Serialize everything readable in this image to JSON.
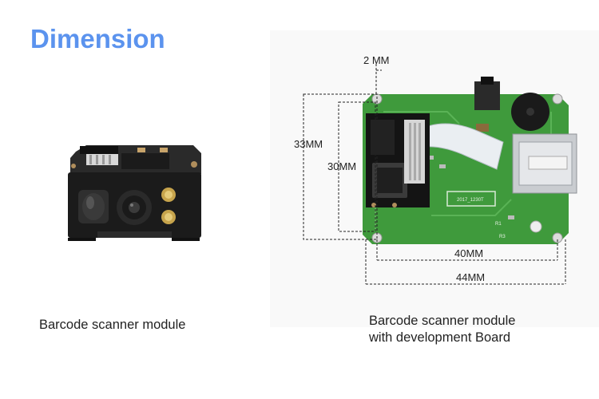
{
  "heading": "Dimension",
  "captions": {
    "module": "Barcode scanner module",
    "board_line1": "Barcode scanner module",
    "board_line2": "with development Board"
  },
  "dimensions": {
    "top": "2 MM",
    "outer_height": "33MM",
    "inner_height": "30MM",
    "inner_width": "40MM",
    "outer_width": "44MM"
  },
  "board_print": {
    "chip_label": "2017_1230T",
    "ref_r1": "R1",
    "ref_r3": "R3"
  },
  "colors": {
    "heading": "#5b93ee",
    "pcb_green": "#3f9a3c",
    "module_black": "#1a1a1a"
  }
}
